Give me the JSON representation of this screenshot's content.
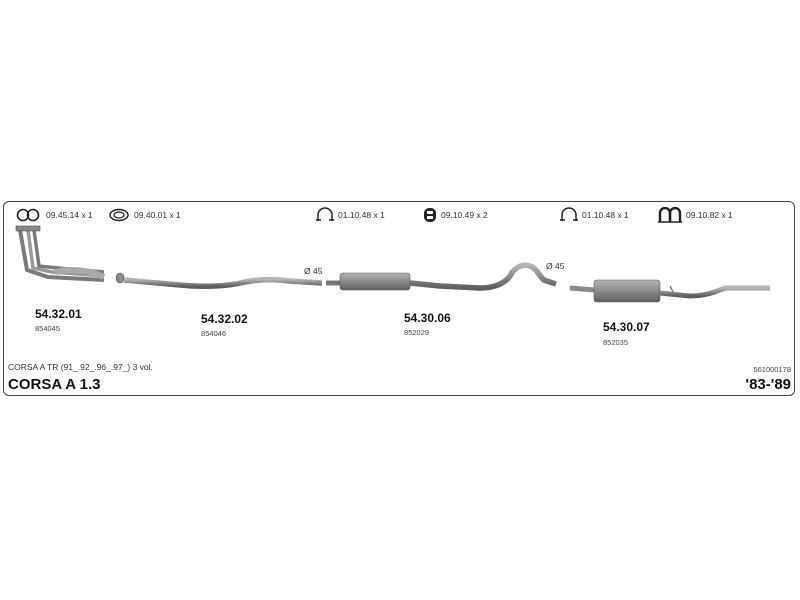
{
  "accessories": [
    {
      "icon": "double-ring-gasket-icon",
      "text": "09.45.14 x 1"
    },
    {
      "icon": "sealing-ring-icon",
      "text": "09.40.01 x 1"
    },
    {
      "icon": "u-bolt-clamp-icon",
      "text": "01.10.48 x 1"
    },
    {
      "icon": "rubber-mount-icon",
      "text": "09.10.49 x 2"
    },
    {
      "icon": "u-bolt-clamp-icon",
      "text": "01.10.48 x 1"
    },
    {
      "icon": "hanger-bracket-icon",
      "text": "09.10.82 x 1"
    }
  ],
  "parts": [
    {
      "number": "54.32.01",
      "ref": "854045"
    },
    {
      "number": "54.32.02",
      "ref": "854046"
    },
    {
      "number": "54.30.06",
      "ref": "852029"
    },
    {
      "number": "54.30.07",
      "ref": "852035"
    }
  ],
  "dimensions": [
    "Ø 45",
    "Ø 45"
  ],
  "model_note": "CORSA A TR (91_.92_.96_.97_) 3 vol.",
  "model_title": "CORSA A 1.3",
  "diagram_code": "561000178",
  "years": "'83-'89",
  "colors": {
    "pipe": "#8a8a8a",
    "pipe_dark": "#6e6e6e",
    "frame": "#444444"
  }
}
